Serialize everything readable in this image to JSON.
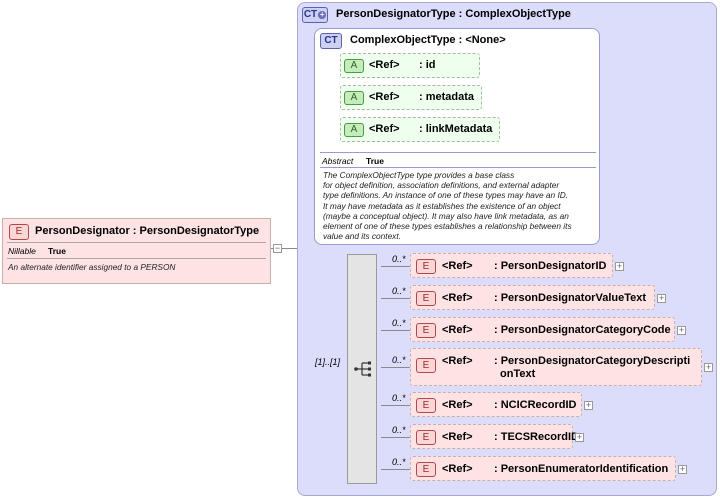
{
  "root": {
    "badge": "E",
    "name": "PersonDesignator : PersonDesignatorType",
    "prop_label": "Nillable",
    "prop_value": "True",
    "description": "An alternate identifier assigned to a PERSON"
  },
  "outer": {
    "badge": "CT",
    "name": "PersonDesignatorType : ComplexObjectType"
  },
  "inner": {
    "badge": "CT",
    "name": "ComplexObjectType : <None>",
    "attributes": [
      {
        "badge": "A",
        "ref": "<Ref>",
        "name": ": id"
      },
      {
        "badge": "A",
        "ref": "<Ref>",
        "name": ": metadata"
      },
      {
        "badge": "A",
        "ref": "<Ref>",
        "name": ": linkMetadata"
      }
    ],
    "prop_label": "Abstract",
    "prop_value": "True",
    "description": [
      "The ComplexObjectType type provides a base class",
      "for object definition, association definitions, and external adapter",
      "type definitions. An instance of one of these types may have an ID.",
      "It may have metadata as it establishes the existence of an object",
      "(maybe a conceptual object). It may also have link metadata, as an",
      "element of one of these types establishes a relationship between its",
      "value and its context."
    ]
  },
  "sequence": {
    "cardinality": "[1]..[1]"
  },
  "elements": [
    {
      "card": "0..*",
      "badge": "E",
      "ref": "<Ref>",
      "name": ": PersonDesignatorID",
      "name2": ""
    },
    {
      "card": "0..*",
      "badge": "E",
      "ref": "<Ref>",
      "name": ": PersonDesignatorValueText",
      "name2": ""
    },
    {
      "card": "0..*",
      "badge": "E",
      "ref": "<Ref>",
      "name": ": PersonDesignatorCategoryCode",
      "name2": ""
    },
    {
      "card": "0..*",
      "badge": "E",
      "ref": "<Ref>",
      "name": ": PersonDesignatorCategoryDescripti",
      "name2": "onText"
    },
    {
      "card": "0..*",
      "badge": "E",
      "ref": "<Ref>",
      "name": ": NCICRecordID",
      "name2": ""
    },
    {
      "card": "0..*",
      "badge": "E",
      "ref": "<Ref>",
      "name": ": TECSRecordID",
      "name2": ""
    },
    {
      "card": "0..*",
      "badge": "E",
      "ref": "<Ref>",
      "name": ": PersonEnumeratorIdentification",
      "name2": ""
    }
  ],
  "colors": {
    "outer_bg": "#dcdcfb",
    "inner_bg": "#ffffff",
    "element_bg": "#fde3e3",
    "attribute_bg": "#eeffee"
  }
}
